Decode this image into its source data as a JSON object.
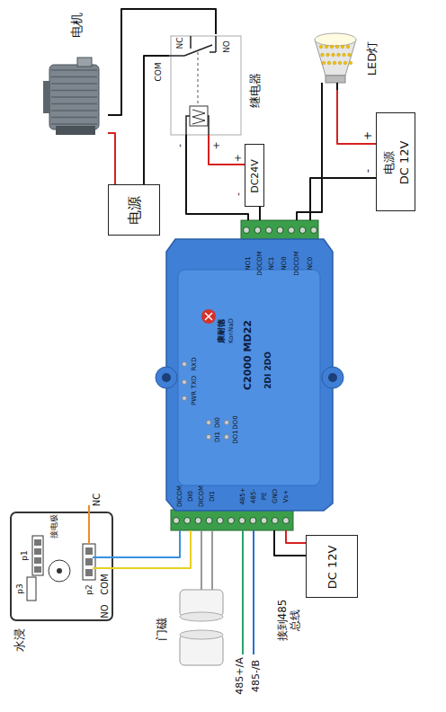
{
  "diagram": {
    "nodes": [
      {
        "text": [
          "电机"
        ]
      },
      {
        "text": [
          "电源"
        ]
      },
      {
        "text": [
          "继电器"
        ]
      },
      {
        "text": [
          "DC24V"
        ]
      },
      {
        "text": [
          "LED灯"
        ]
      },
      {
        "text": [
          "电源",
          "DC 12V"
        ]
      },
      {
        "text": [
          "康耐德",
          "KonNaD",
          "C2000 MD22",
          "2DI 2DO"
        ]
      },
      {
        "text": [
          "DC 12V"
        ]
      },
      {
        "text": [
          "门磁"
        ]
      },
      {
        "text": [
          "水浸"
        ]
      }
    ],
    "edges": [
      {
        "from": 1,
        "to": 0,
        "arrow": "none"
      },
      {
        "from": 0,
        "to": 2,
        "arrow": "none"
      },
      {
        "from": 1,
        "to": 2,
        "arrow": "none"
      },
      {
        "from": 2,
        "to": 3,
        "arrow": "none"
      },
      {
        "from": 2,
        "to": 6,
        "arrow": "none"
      },
      {
        "from": 3,
        "to": 6,
        "arrow": "none"
      },
      {
        "from": 5,
        "to": 4,
        "arrow": "none"
      },
      {
        "from": 4,
        "to": 6,
        "arrow": "none"
      },
      {
        "from": 5,
        "to": 6,
        "arrow": "none"
      },
      {
        "from": 7,
        "to": 6,
        "arrow": "none"
      },
      {
        "from": 7,
        "to": 6,
        "arrow": "none"
      },
      {
        "from": 8,
        "to": 6,
        "arrow": "none"
      },
      {
        "from": 8,
        "to": 6,
        "arrow": "none"
      },
      {
        "from": 9,
        "to": 6,
        "arrow": "none"
      },
      {
        "from": 9,
        "to": 6,
        "arrow": "none"
      }
    ],
    "labels": [
      "COM",
      "NC",
      "NO",
      "-",
      "+",
      "+",
      "-",
      "+",
      "-",
      "NO1",
      "DOCOM",
      "NC1",
      "NO0",
      "DOCOM",
      "NC0",
      "RXD",
      "TXD",
      "PWR",
      "DI0",
      "DI1",
      "DO0",
      "DO1",
      "DICOM",
      "DI0",
      "DICOM",
      "DI1",
      "485+",
      "485-",
      "PE",
      "GND",
      "Vs+",
      "接到485 总线",
      "485+/A",
      "485-/B",
      "接电极",
      "p1",
      "p2",
      "p3",
      "NC",
      "COM",
      "NO"
    ]
  }
}
